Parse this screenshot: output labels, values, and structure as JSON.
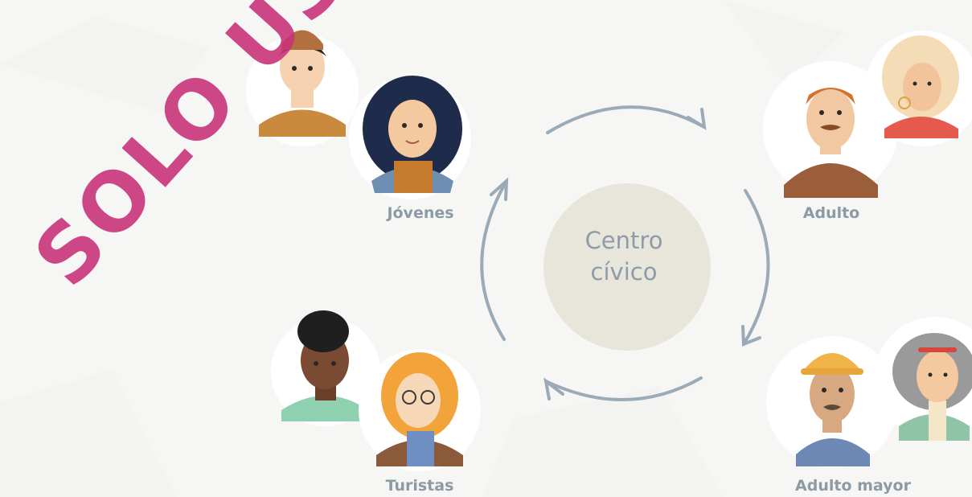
{
  "diagram": {
    "center": {
      "line1": "Centro",
      "line2": "cívico"
    },
    "groups": [
      {
        "label": "Jóvenes"
      },
      {
        "label": "Adulto"
      },
      {
        "label": "Adulto mayor"
      },
      {
        "label": "Turistas"
      }
    ],
    "watermark": "SOLO USO P",
    "colors": {
      "label": "#8c9aa6",
      "arrow": "#9aabb7",
      "center_circle": "#e8e6da",
      "watermark": "#c9357a",
      "avatar_bg": "#ffffff"
    }
  }
}
